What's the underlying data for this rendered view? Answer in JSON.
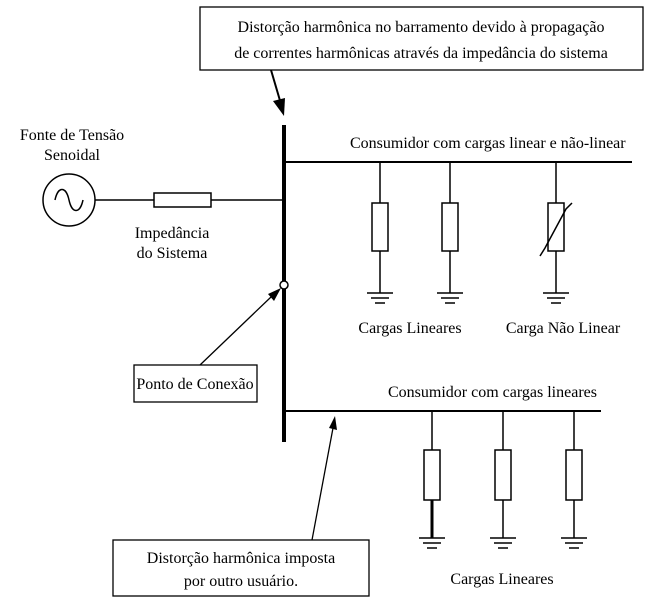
{
  "top_note": {
    "line1": "Distorção harmônica no barramento devido à propagação",
    "line2": "de correntes harmônicas através da impedância do sistema"
  },
  "source_label": {
    "line1": "Fonte de Tensão",
    "line2": "Senoidal"
  },
  "impedance_label": {
    "line1": "Impedância",
    "line2": "do Sistema"
  },
  "connection_label": "Ponto de Conexão",
  "consumer1_label": "Consumidor com cargas linear e não-linear",
  "linear_loads_label_1": "Cargas Lineares",
  "nonlinear_load_label": "Carga Não Linear",
  "consumer2_label": "Consumidor com cargas lineares",
  "linear_loads_label_2": "Cargas Lineares",
  "bottom_note": {
    "line1": "Distorção harmônica imposta",
    "line2": "por outro usuário."
  }
}
